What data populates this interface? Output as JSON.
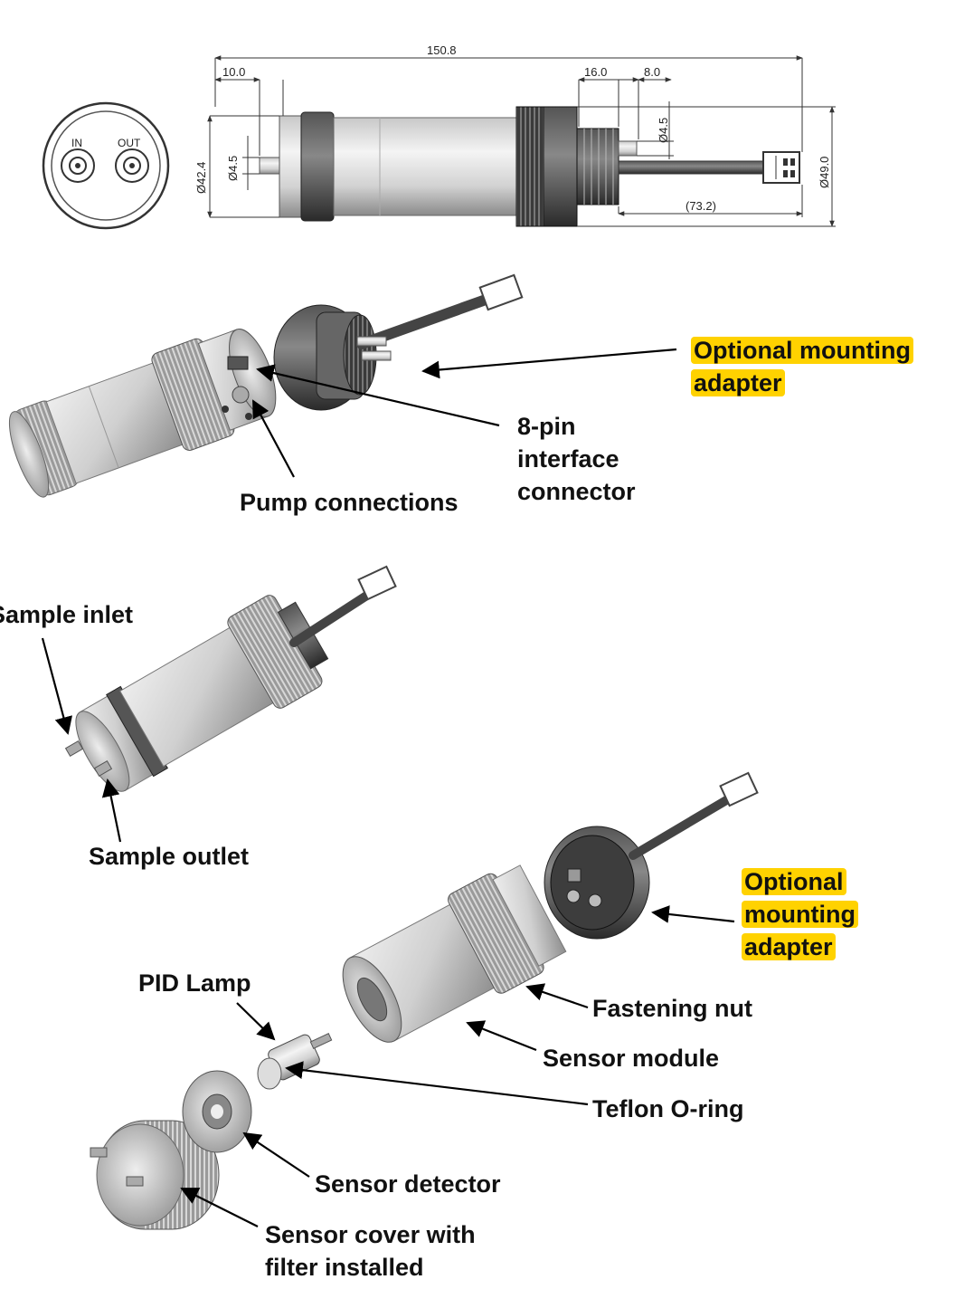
{
  "drawing": {
    "end_view": {
      "in_label": "IN",
      "out_label": "OUT"
    },
    "dimensions": {
      "overall_length": "150.8",
      "inlet_offset": "10.0",
      "nut_width": "16.0",
      "adapter_offset": "8.0",
      "body_diameter": "Ø42.4",
      "inlet_diameter": "Ø4.5",
      "port_diameter": "Ø4.5",
      "nut_diameter": "Ø49.0",
      "cable_length": "(73.2)"
    }
  },
  "callouts": {
    "optional_mounting_adapter_top": [
      "Optional mounting",
      "adapter"
    ],
    "eight_pin_connector": [
      "8-pin",
      "interface",
      "connector"
    ],
    "pump_connections": "Pump connections",
    "sample_inlet": "Sample inlet",
    "sample_outlet": "Sample outlet",
    "optional_mounting_adapter_bottom": [
      "Optional",
      "mounting",
      "adapter"
    ],
    "pid_lamp": "PID Lamp",
    "fastening_nut": "Fastening nut",
    "sensor_module": "Sensor module",
    "teflon_o_ring": "Teflon O-ring",
    "sensor_detector": "Sensor detector",
    "sensor_cover": [
      "Sensor cover with",
      "filter installed"
    ]
  },
  "colors": {
    "highlight": "#ffd200",
    "text": "#111111"
  }
}
